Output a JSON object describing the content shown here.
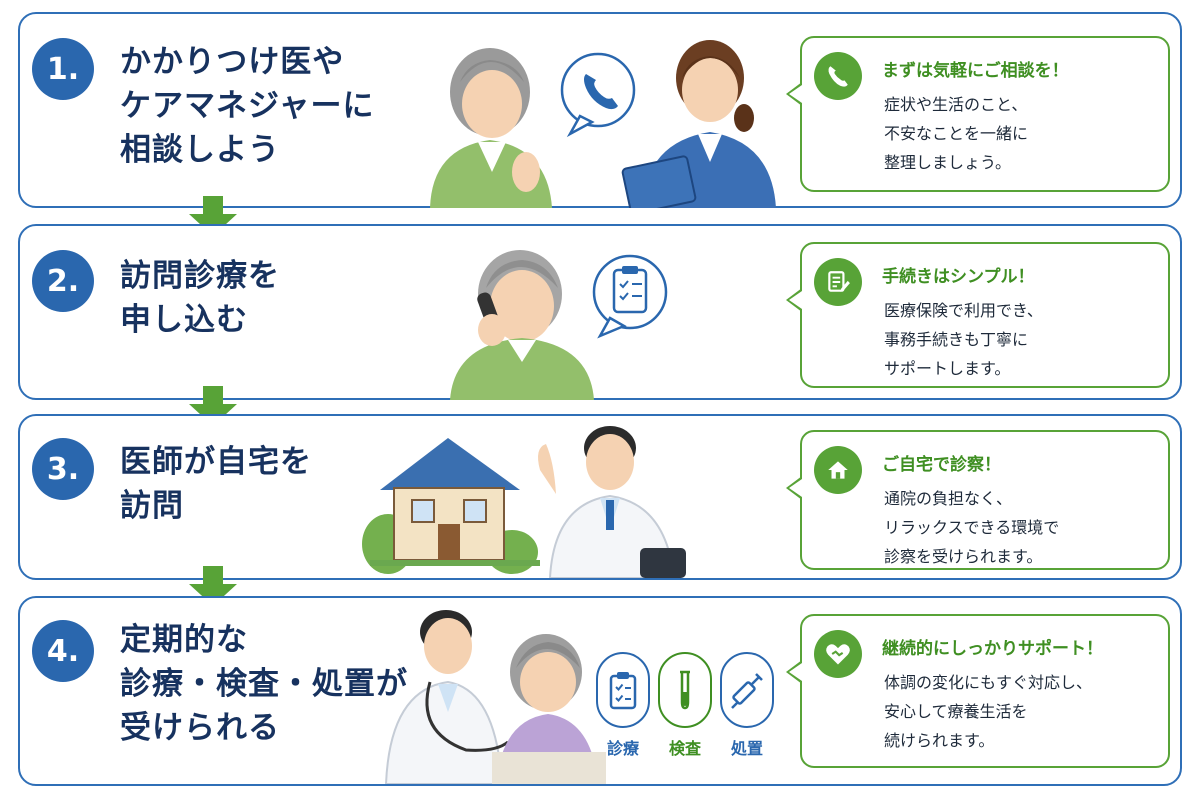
{
  "colors": {
    "blue": "#2a67ae",
    "navy": "#17325f",
    "green": "#58a337",
    "dark_green": "#3f8f22"
  },
  "steps": [
    {
      "number": "1.",
      "title": [
        "かかりつけ医や",
        "ケアマネジャーに",
        "相談しよう"
      ],
      "icon": "phone-icon",
      "headline": "まずは気軽にご相談を！",
      "body": [
        "症状や生活のこと、",
        "不安なことを一緒に",
        "整理しましょう。"
      ]
    },
    {
      "number": "2.",
      "title": [
        "訪問診療を",
        "申し込む"
      ],
      "icon": "document-pen-icon",
      "headline": "手続きはシンプル！",
      "body": [
        "医療保険で利用でき、",
        "事務手続きも丁寧に",
        "サポートします。"
      ]
    },
    {
      "number": "3.",
      "title": [
        "医師が自宅を",
        "訪問"
      ],
      "icon": "house-icon",
      "headline": "ご自宅で診察！",
      "body": [
        "通院の負担なく、",
        "リラックスできる環境で",
        "診察を受けられます。"
      ]
    },
    {
      "number": "4.",
      "title": [
        "定期的な",
        "診療・検査・処置が",
        "受けられる"
      ],
      "icon": "heart-handshake-icon",
      "headline": "継続的にしっかりサポート！",
      "body": [
        "体調の変化にもすぐ対応し、",
        "安心して療養生活を",
        "続けられます。"
      ]
    }
  ],
  "services": [
    {
      "label": "診療",
      "icon": "clipboard-icon",
      "color": "#2a67ae"
    },
    {
      "label": "検査",
      "icon": "test-tube-icon",
      "color": "#3f8f22"
    },
    {
      "label": "処置",
      "icon": "syringe-icon",
      "color": "#2a67ae"
    }
  ]
}
